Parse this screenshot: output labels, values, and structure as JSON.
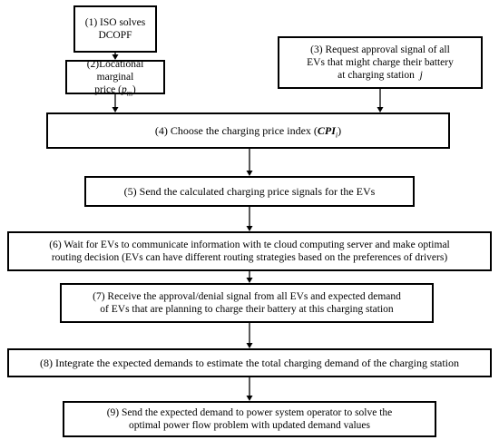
{
  "steps": {
    "s1": {
      "line1": "(1) ISO solves",
      "line2": "DCOPF"
    },
    "s2": {
      "line1": "(2)Locational marginal",
      "line2a": "price  (",
      "sym": "p",
      "sub": "m",
      "line2b": ")"
    },
    "s3": {
      "line1": "(3) Request approval signal of all",
      "line2": "EVs that might charge their battery",
      "line3a": "at charging station  ",
      "sym": "j"
    },
    "s4": {
      "textA": "(4) Choose the charging price index  (",
      "sym": "CPI",
      "sub": "i",
      "textB": ")"
    },
    "s5": {
      "text": "(5) Send the calculated charging price signals for the EVs"
    },
    "s6": {
      "line1": "(6) Wait for EVs to communicate information with te cloud computing server and make optimal",
      "line2": "routing decision (EVs can have different routing strategies based on the preferences of drivers)"
    },
    "s7": {
      "line1": "(7) Receive the approval/denial signal from all EVs and expected demand",
      "line2": "of EVs that are planning to charge their battery at this charging station"
    },
    "s8": {
      "text": "(8) Integrate the expected demands to estimate the total charging demand of the charging station"
    },
    "s9": {
      "line1": "(9) Send the expected demand to power system operator to solve the",
      "line2": "optimal power flow problem with updated demand values"
    }
  }
}
